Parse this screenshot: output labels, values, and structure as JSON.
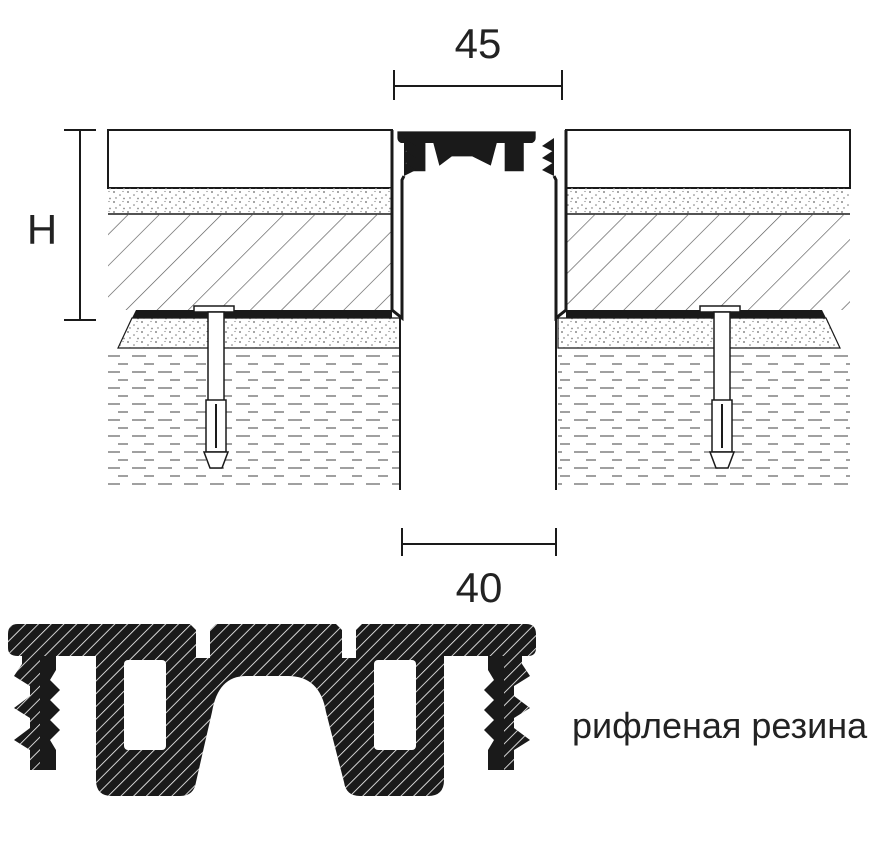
{
  "dimensions": {
    "top_width": "45",
    "bottom_gap": "40",
    "height_label": "H"
  },
  "profile": {
    "label": "рифленая резина"
  },
  "colors": {
    "line": "#1a1a1a",
    "profile_fill": "#1a1a1a",
    "hatch": "#444444",
    "gravel": "#666666"
  },
  "icons": [
    "anchor-bolt-icon",
    "rubber-profile-icon"
  ]
}
